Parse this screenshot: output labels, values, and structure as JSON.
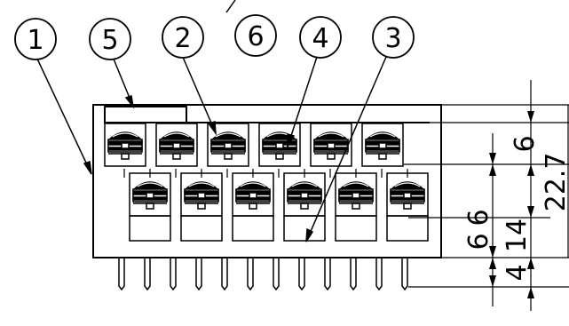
{
  "diagram": {
    "balloons": [
      {
        "id": "1",
        "label": "1"
      },
      {
        "id": "5",
        "label": "5"
      },
      {
        "id": "2",
        "label": "2"
      },
      {
        "id": "6",
        "label": "6"
      },
      {
        "id": "4",
        "label": "4"
      },
      {
        "id": "3",
        "label": "3"
      }
    ],
    "dimensions": {
      "upper_row_pitch": "6",
      "row_gap": "6",
      "lower_row_pitch": "6",
      "body_height_14": "14",
      "overall_height": "22.7",
      "pin_length": "4"
    },
    "upper_terminal_count": 6,
    "lower_terminal_count": 6,
    "pin_count": 12
  }
}
